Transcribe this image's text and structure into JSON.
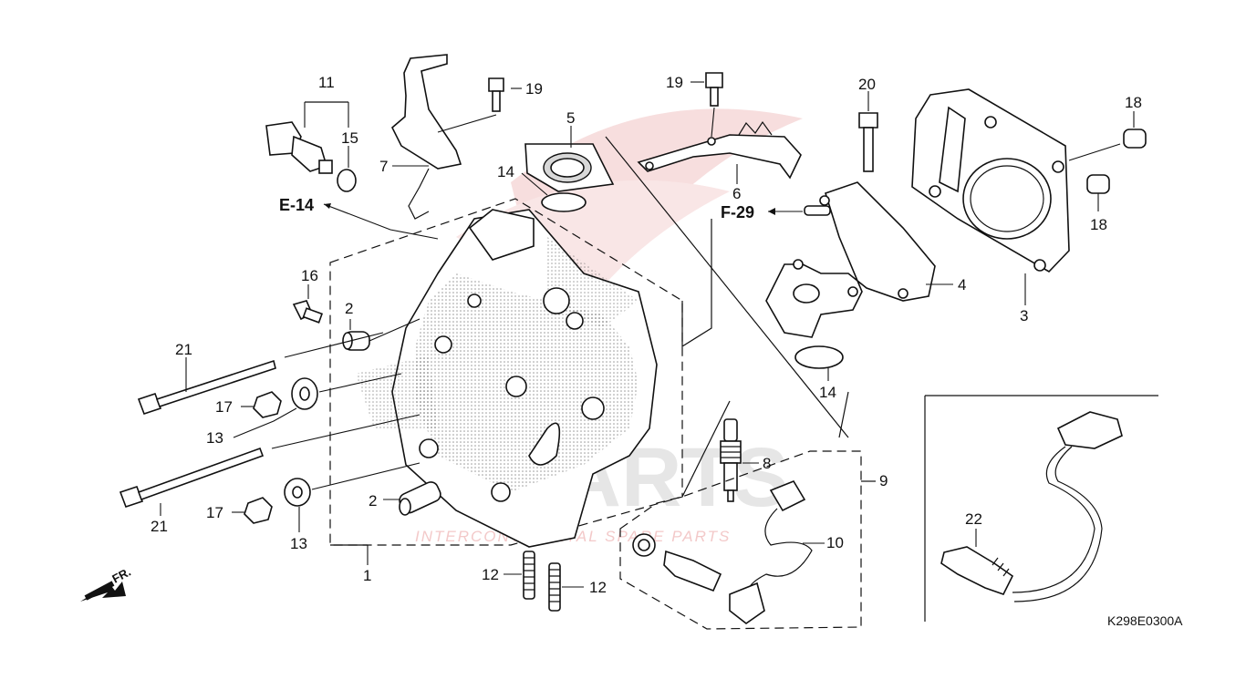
{
  "diagram": {
    "code": "K298E0300A",
    "watermark": "PARTS",
    "watermark_sub": "INTERCONTINENTAL SPARE PARTS",
    "front_label": "FR.",
    "colors": {
      "line": "#111111",
      "watermark_red": "#f3c9c9",
      "watermark_gray": "#e6e6e6"
    }
  },
  "refs": {
    "e14": "E-14",
    "f29": "F-29"
  },
  "callouts": {
    "c1": "1",
    "c2a": "2",
    "c2b": "2",
    "c3": "3",
    "c4": "4",
    "c5": "5",
    "c6": "6",
    "c7": "7",
    "c8": "8",
    "c9": "9",
    "c10": "10",
    "c11": "11",
    "c12a": "12",
    "c12b": "12",
    "c13a": "13",
    "c13b": "13",
    "c14a": "14",
    "c14b": "14",
    "c15": "15",
    "c16": "16",
    "c17a": "17",
    "c17b": "17",
    "c18a": "18",
    "c18b": "18",
    "c19a": "19",
    "c19b": "19",
    "c20": "20",
    "c21a": "21",
    "c21b": "21",
    "c22": "22"
  }
}
